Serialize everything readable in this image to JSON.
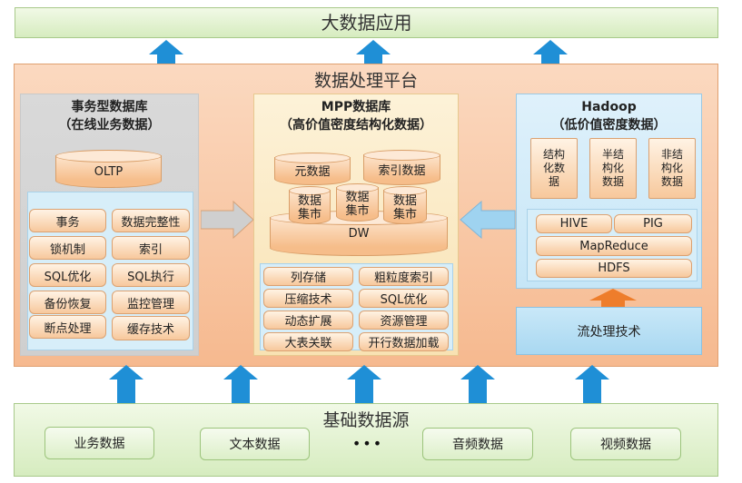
{
  "top_banner": "大数据应用",
  "platform_title": "数据处理平台",
  "left_panel": {
    "title_line1": "事务型数据库",
    "title_line2": "（在线业务数据）",
    "oltp": "OLTP",
    "items": [
      "事务",
      "数据完整性",
      "锁机制",
      "索引",
      "SQL优化",
      "SQL执行",
      "备份恢复",
      "监控管理",
      "断点处理",
      "缓存技术"
    ]
  },
  "mid_panel": {
    "title_line1": "MPP数据库",
    "title_line2": "（高价值密度结构化数据）",
    "meta": "元数据",
    "index_data": "索引数据",
    "mart1_l1": "数据",
    "mart1_l2": "集市",
    "mart2_l1": "数据",
    "mart2_l2": "集市",
    "mart3_l1": "数据",
    "mart3_l2": "集市",
    "dw": "DW",
    "items": [
      "列存储",
      "粗粒度索引",
      "压缩技术",
      "SQL优化",
      "动态扩展",
      "资源管理",
      "大表关联",
      "开行数据加载"
    ]
  },
  "right_panel": {
    "title_line1": "Hadoop",
    "title_line2": "（低价值密度数据）",
    "type1_l1": "结构",
    "type1_l2": "化数",
    "type1_l3": "据",
    "type2_l1": "半结",
    "type2_l2": "构化",
    "type2_l3": "数据",
    "type3_l1": "非结",
    "type3_l2": "构化",
    "type3_l3": "数据",
    "hive": "HIVE",
    "pig": "PIG",
    "mapreduce": "MapReduce",
    "hdfs": "HDFS"
  },
  "stream": "流处理技术",
  "bottom": {
    "title": "基础数据源",
    "sources": [
      "业务数据",
      "文本数据",
      "音频数据",
      "视频数据"
    ],
    "ellipsis": "•••"
  },
  "colors": {
    "arrow_blue": "#1f8fd6",
    "arrow_orange": "#ee7d2b",
    "platform": "#f6b98f",
    "banner": "#d6ecbf"
  }
}
